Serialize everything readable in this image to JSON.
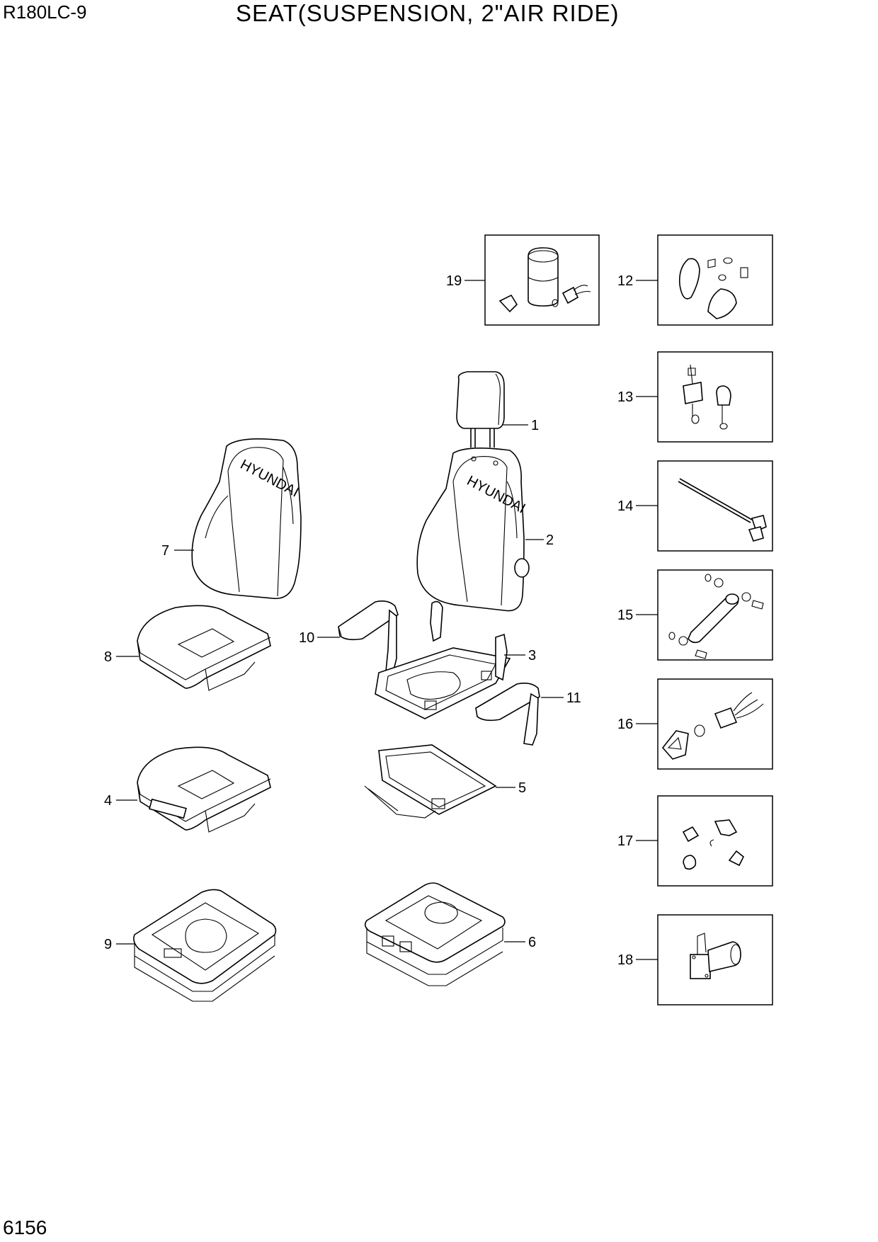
{
  "header": {
    "model": "R180LC-9",
    "title": "SEAT(SUSPENSION, 2\"AIR RIDE)"
  },
  "footer": {
    "page_number": "6156"
  },
  "diagram": {
    "brand_label": "HYUNDAI",
    "callouts": [
      "1",
      "2",
      "3",
      "4",
      "5",
      "6",
      "7",
      "8",
      "9",
      "10",
      "11",
      "12",
      "13",
      "14",
      "15",
      "16",
      "17",
      "18",
      "19"
    ]
  }
}
